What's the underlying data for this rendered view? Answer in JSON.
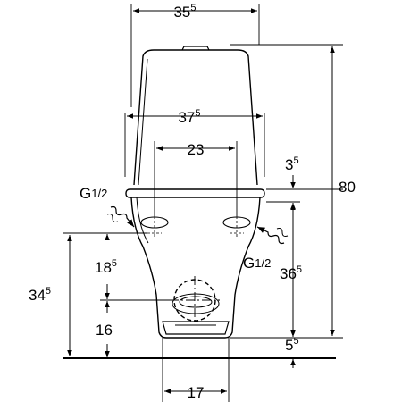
{
  "drawing": {
    "line_color": "#000000",
    "background": "#ffffff"
  },
  "dimensions": {
    "top_width": {
      "main": "35",
      "sup": "5"
    },
    "tank_width": {
      "main": "37",
      "sup": "5"
    },
    "inlet_spacing": {
      "main": "23"
    },
    "lid_gap": {
      "main": "3",
      "sup": "5"
    },
    "total_height": {
      "main": "80"
    },
    "bowl_height": {
      "main": "36",
      "sup": "5"
    },
    "floor_gap": {
      "main": "5",
      "sup": "5"
    },
    "outlet_height": {
      "main": "34",
      "sup": "5"
    },
    "inlet_to_outlet": {
      "main": "18",
      "sup": "5"
    },
    "outlet_center": {
      "main": "16"
    },
    "base_width": {
      "main": "17"
    }
  },
  "connections": {
    "left": {
      "main": "G",
      "frac": "1/2"
    },
    "right": {
      "main": "G",
      "frac": "1/2"
    }
  }
}
